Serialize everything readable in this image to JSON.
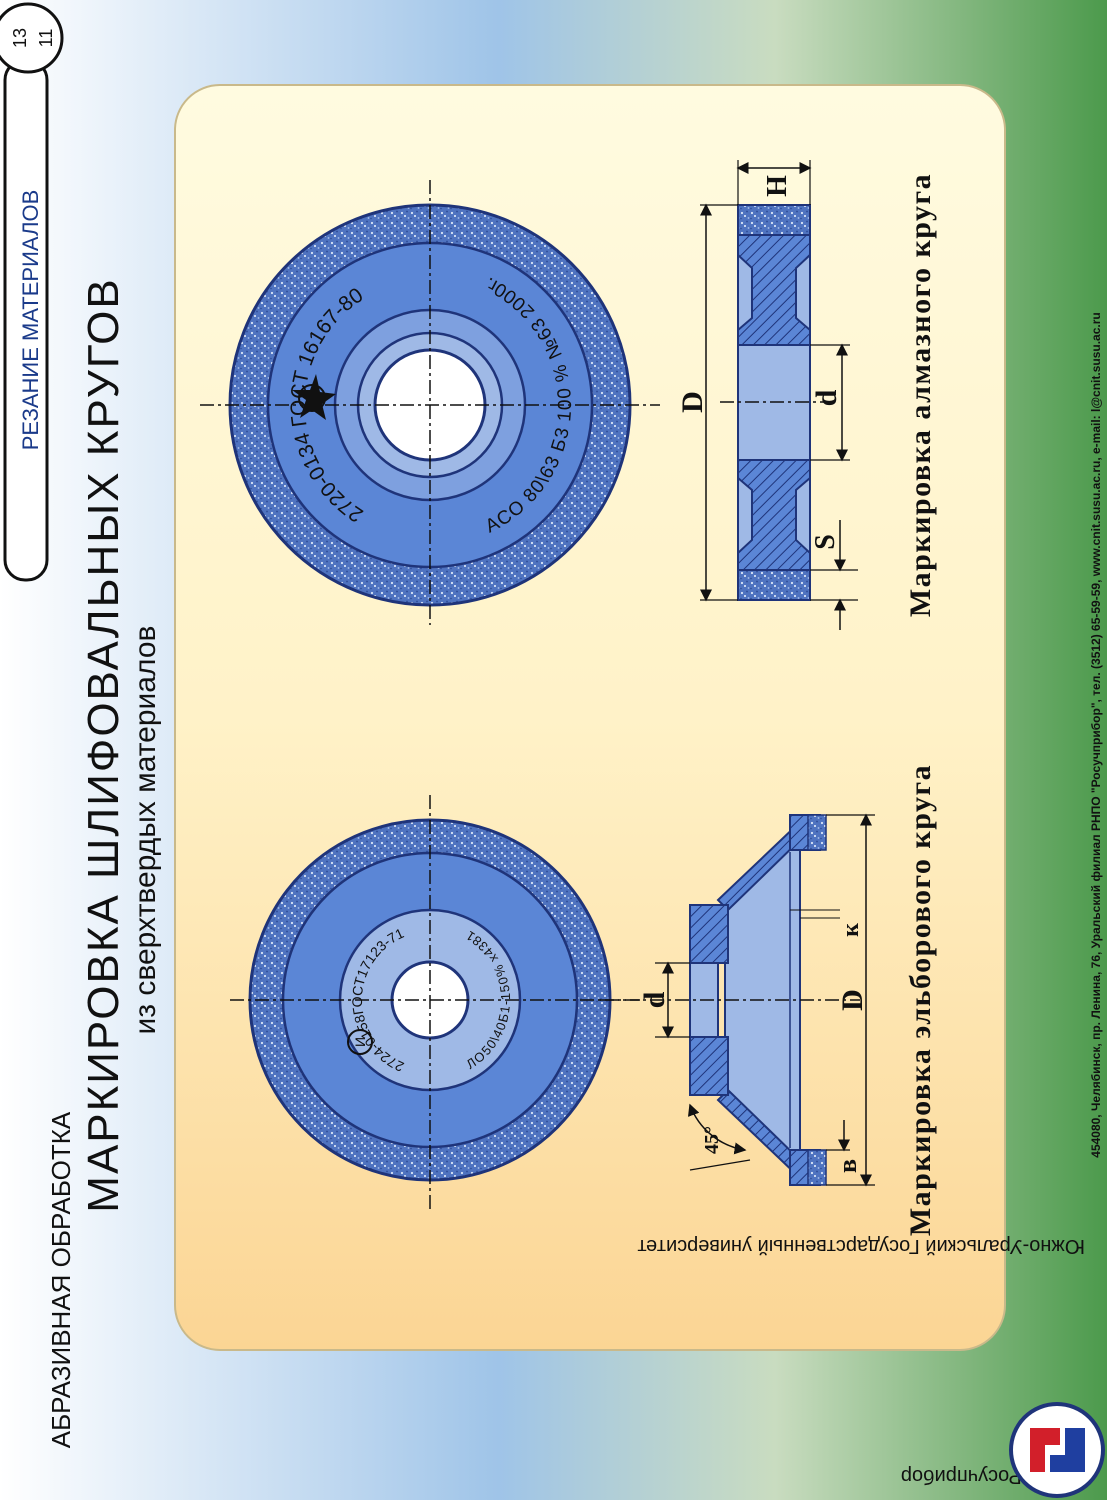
{
  "header": {
    "section": "АБРАЗИВНАЯ ОБРАБОТКА",
    "title": "МАРКИРОВКА ШЛИФОВАЛЬНЫХ КРУГОВ",
    "subtitle": "из сверхтвердых материалов",
    "topic_tab": "РЕЗАНИЕ МАТЕРИАЛОВ",
    "sheet_top": "13",
    "sheet_bottom": "11"
  },
  "elbor": {
    "ring_top": "2724-0158ГОСТ17123-71",
    "ring_bottom": "ЛО50\\40Б1-150% x4381",
    "logo_letter": "И",
    "caption": "Маркировка эльборового круга",
    "dims": {
      "d": "d",
      "D": "D",
      "angle": "45°",
      "b": "в",
      "k": "к"
    }
  },
  "diamond": {
    "ring_top": "2720-0134 ГОСТ 16167-80",
    "ring_bottom": "АСО 80\\63 Б3 100 % №63 2000г.",
    "caption": "Маркировка алмазного круга",
    "dims": {
      "D": "D",
      "d": "d",
      "H": "H",
      "S": "S"
    }
  },
  "footer": {
    "address": "454080, Челябинск, пр. Ленина, 76, Уральский филиал РНПО \"Росучприбор\", тел. (3512) 65-59-59, www.cnit.susu.ac.ru, e-mail: l@cnit.susu.ac.ru",
    "org": "РНПО Росучприбор",
    "university": "Южно-Уральский Государственный университет"
  },
  "colors": {
    "wheel_outer": "#4f73c0",
    "wheel_inner": "#5b86d6",
    "wheel_light": "#9fb9e6",
    "hatch": "#3a55a8",
    "panel_top": "#fffbe0",
    "panel_bottom": "#fbd594"
  }
}
